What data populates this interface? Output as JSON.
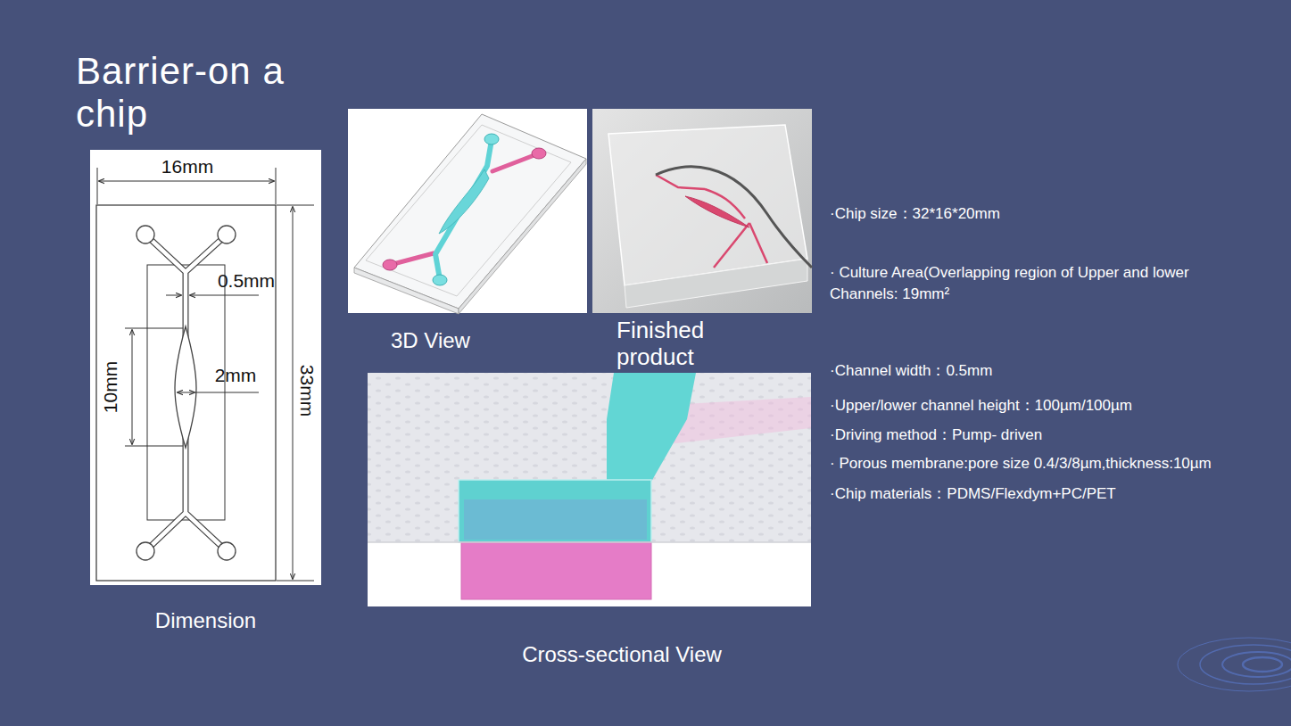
{
  "diagram": {
    "title": "Barrier-on a chip",
    "nodes": [
      {
        "text": [
          "Dimension"
        ]
      },
      {
        "text": [
          "3D View"
        ]
      },
      {
        "text": [
          "Finished product"
        ]
      },
      {
        "text": [
          "Cross-sectional View"
        ]
      }
    ],
    "labels": [
      "16mm",
      "0.5mm",
      "10mm",
      "2mm",
      "33mm",
      "·Chip size：32*16*20mm",
      "· Culture Area(Overlapping region of Upper and lower Channels: 19mm²",
      "·Channel width：0.5mm",
      "·Upper/lower channel height：100µm/100µm",
      "·Driving method：Pump- driven",
      "· Porous membrane:pore size 0.4/3/8µm,thickness:10µm",
      "·Chip materials：PDMS/Flexdym+PC/PET"
    ]
  }
}
